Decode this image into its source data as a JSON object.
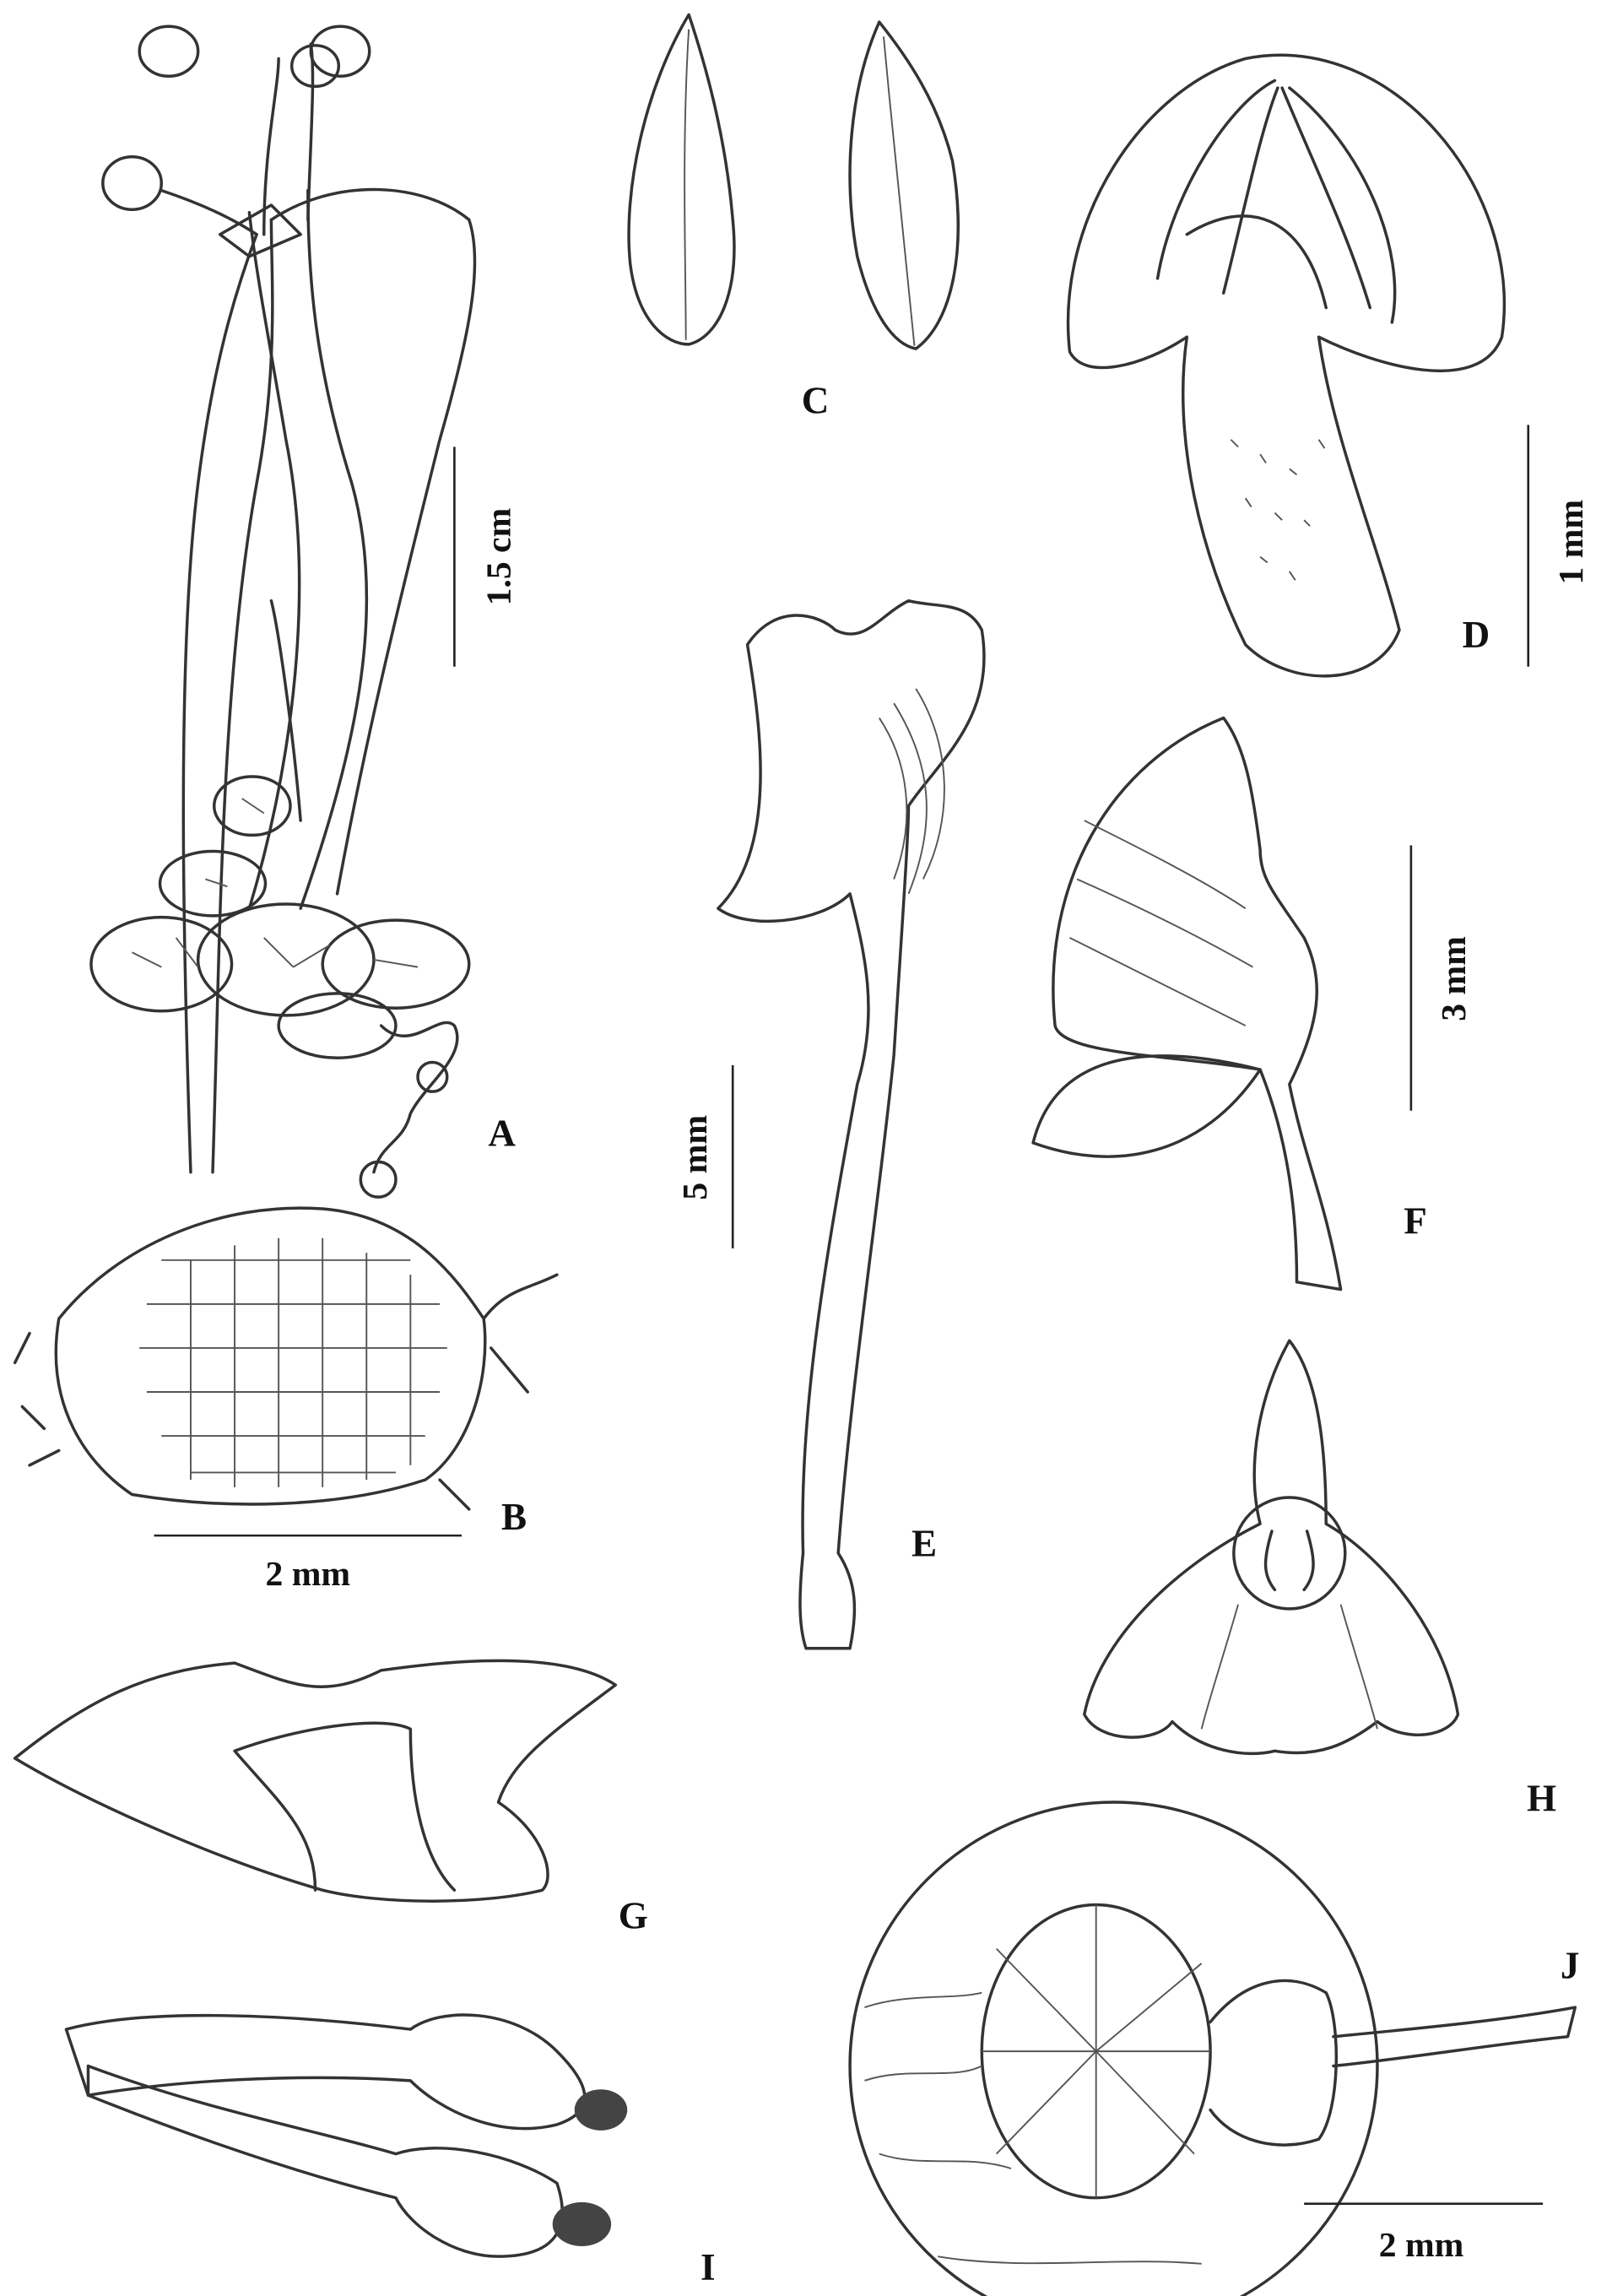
{
  "panels": {
    "A": {
      "label": "A",
      "scale": "1.5 cm"
    },
    "B": {
      "label": "B",
      "scale": "2 mm"
    },
    "C": {
      "label": "C"
    },
    "D": {
      "label": "D",
      "scale": "1 mm"
    },
    "E": {
      "label": "E",
      "scale": "5 mm"
    },
    "F": {
      "label": "F",
      "scale": "3 mm"
    },
    "G": {
      "label": "G"
    },
    "H": {
      "label": "H"
    },
    "I": {
      "label": "I"
    },
    "J": {
      "label": "J",
      "scale": "2 mm"
    }
  }
}
